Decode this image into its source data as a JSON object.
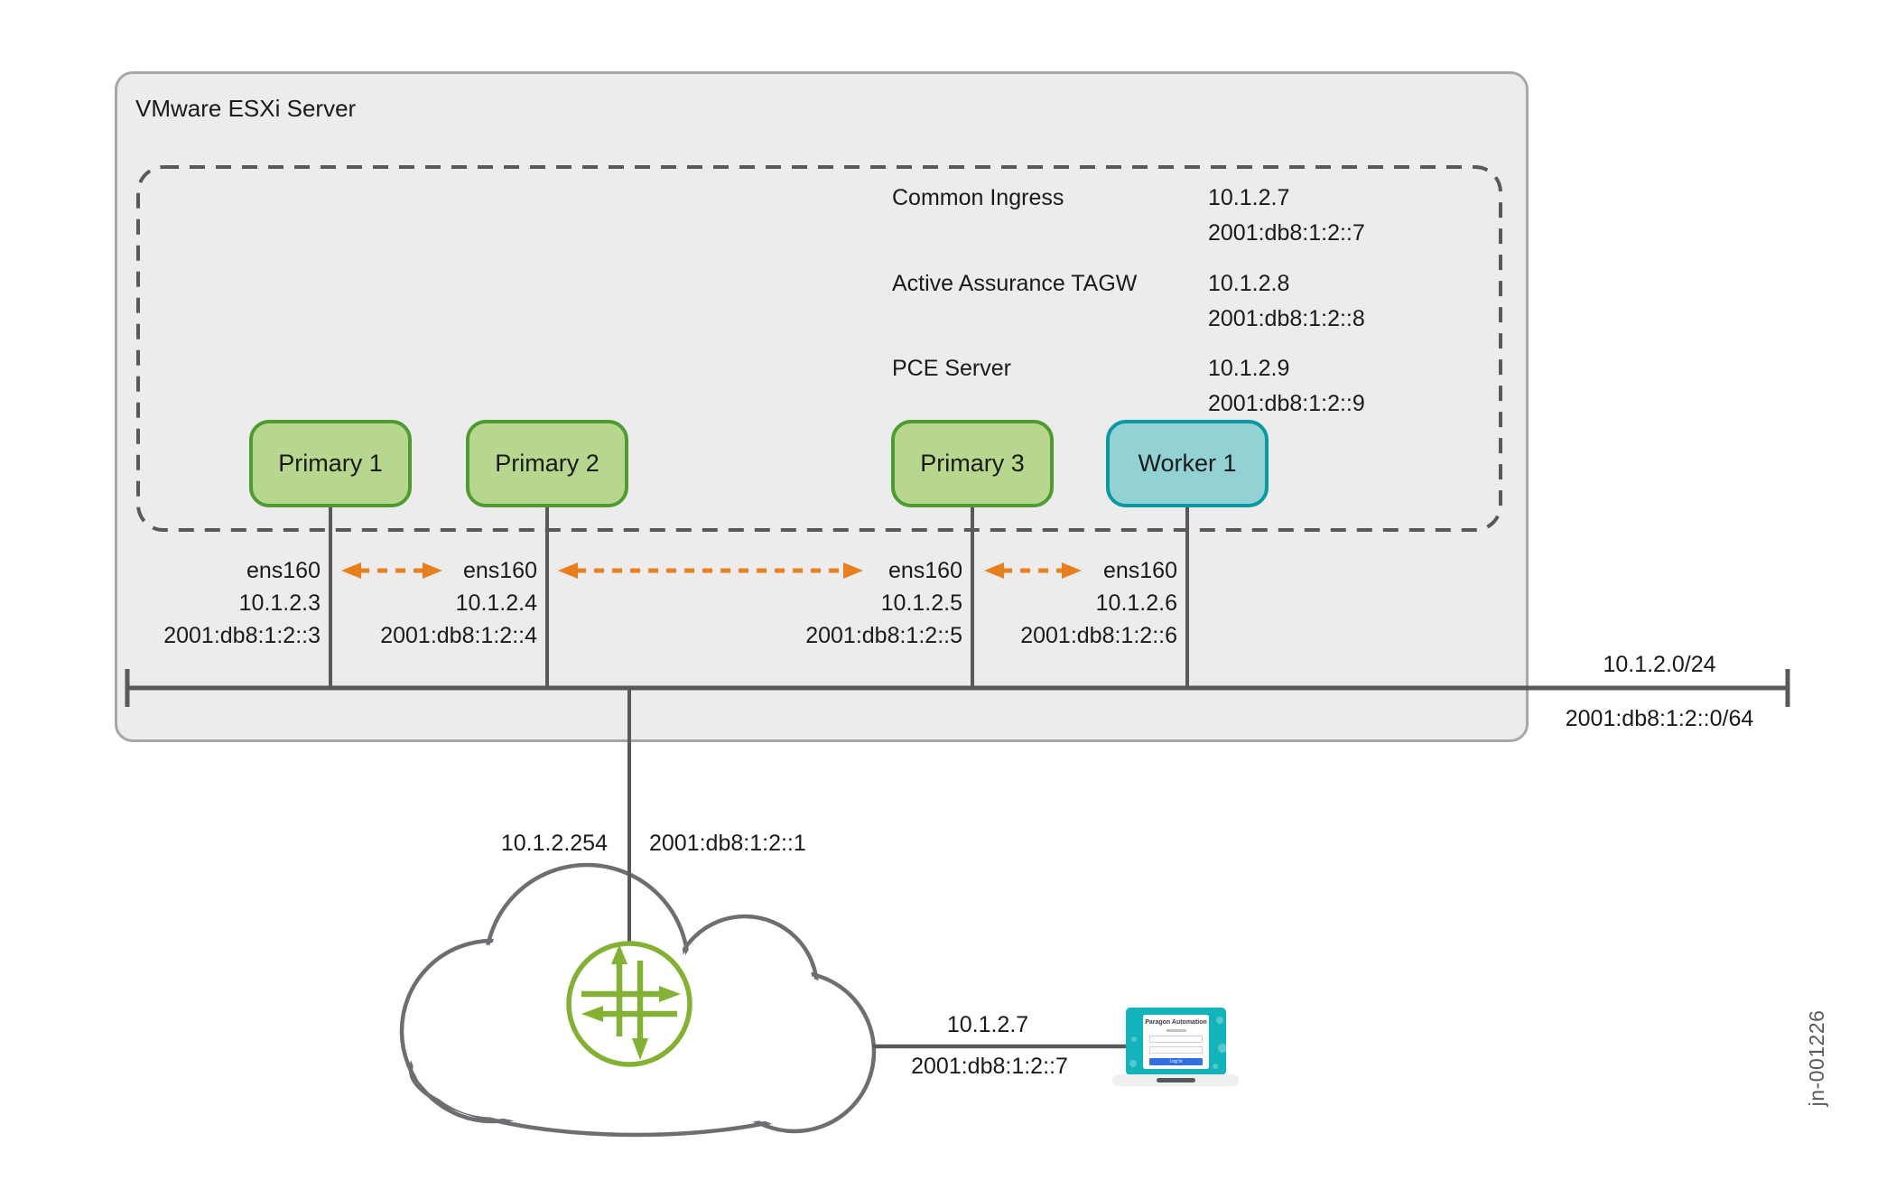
{
  "esxi_server": {
    "title": "VMware ESXi Server"
  },
  "cluster_services": [
    {
      "name": "Common Ingress",
      "ipv4": "10.1.2.7",
      "ipv6": "2001:db8:1:2::7"
    },
    {
      "name": "Active Assurance TAGW",
      "ipv4": "10.1.2.8",
      "ipv6": "2001:db8:1:2::8"
    },
    {
      "name": "PCE Server",
      "ipv4": "10.1.2.9",
      "ipv6": "2001:db8:1:2::9"
    }
  ],
  "nodes": [
    {
      "label": "Primary 1",
      "role": "primary",
      "interface": "ens160",
      "ipv4": "10.1.2.3",
      "ipv6": "2001:db8:1:2::3"
    },
    {
      "label": "Primary 2",
      "role": "primary",
      "interface": "ens160",
      "ipv4": "10.1.2.4",
      "ipv6": "2001:db8:1:2::4"
    },
    {
      "label": "Primary 3",
      "role": "primary",
      "interface": "ens160",
      "ipv4": "10.1.2.5",
      "ipv6": "2001:db8:1:2::5"
    },
    {
      "label": "Worker 1",
      "role": "worker",
      "interface": "ens160",
      "ipv4": "10.1.2.6",
      "ipv6": "2001:db8:1:2::6"
    }
  ],
  "subnet": {
    "ipv4": "10.1.2.0/24",
    "ipv6": "2001:db8:1:2::0/64"
  },
  "gateway": {
    "ipv4": "10.1.2.254",
    "ipv6": "2001:db8:1:2::1"
  },
  "management_client": {
    "ipv4": "10.1.2.7",
    "ipv6": "2001:db8:1:2::7"
  },
  "laptop_screen": {
    "title": "Paragon Automation",
    "login_button": "Log In"
  },
  "figure_id": "jn-001226",
  "colors": {
    "primary_fill": "#b8d78e",
    "primary_border": "#4e9b30",
    "worker_fill": "#92d2d5",
    "worker_border": "#0b98a0",
    "line_gray": "#58595b",
    "cloud_gray": "#6d6e71",
    "arrow_orange": "#e67f1e",
    "router_green": "#84b135",
    "laptop_teal": "#12b3bb",
    "login_blue": "#2f6fe0"
  }
}
